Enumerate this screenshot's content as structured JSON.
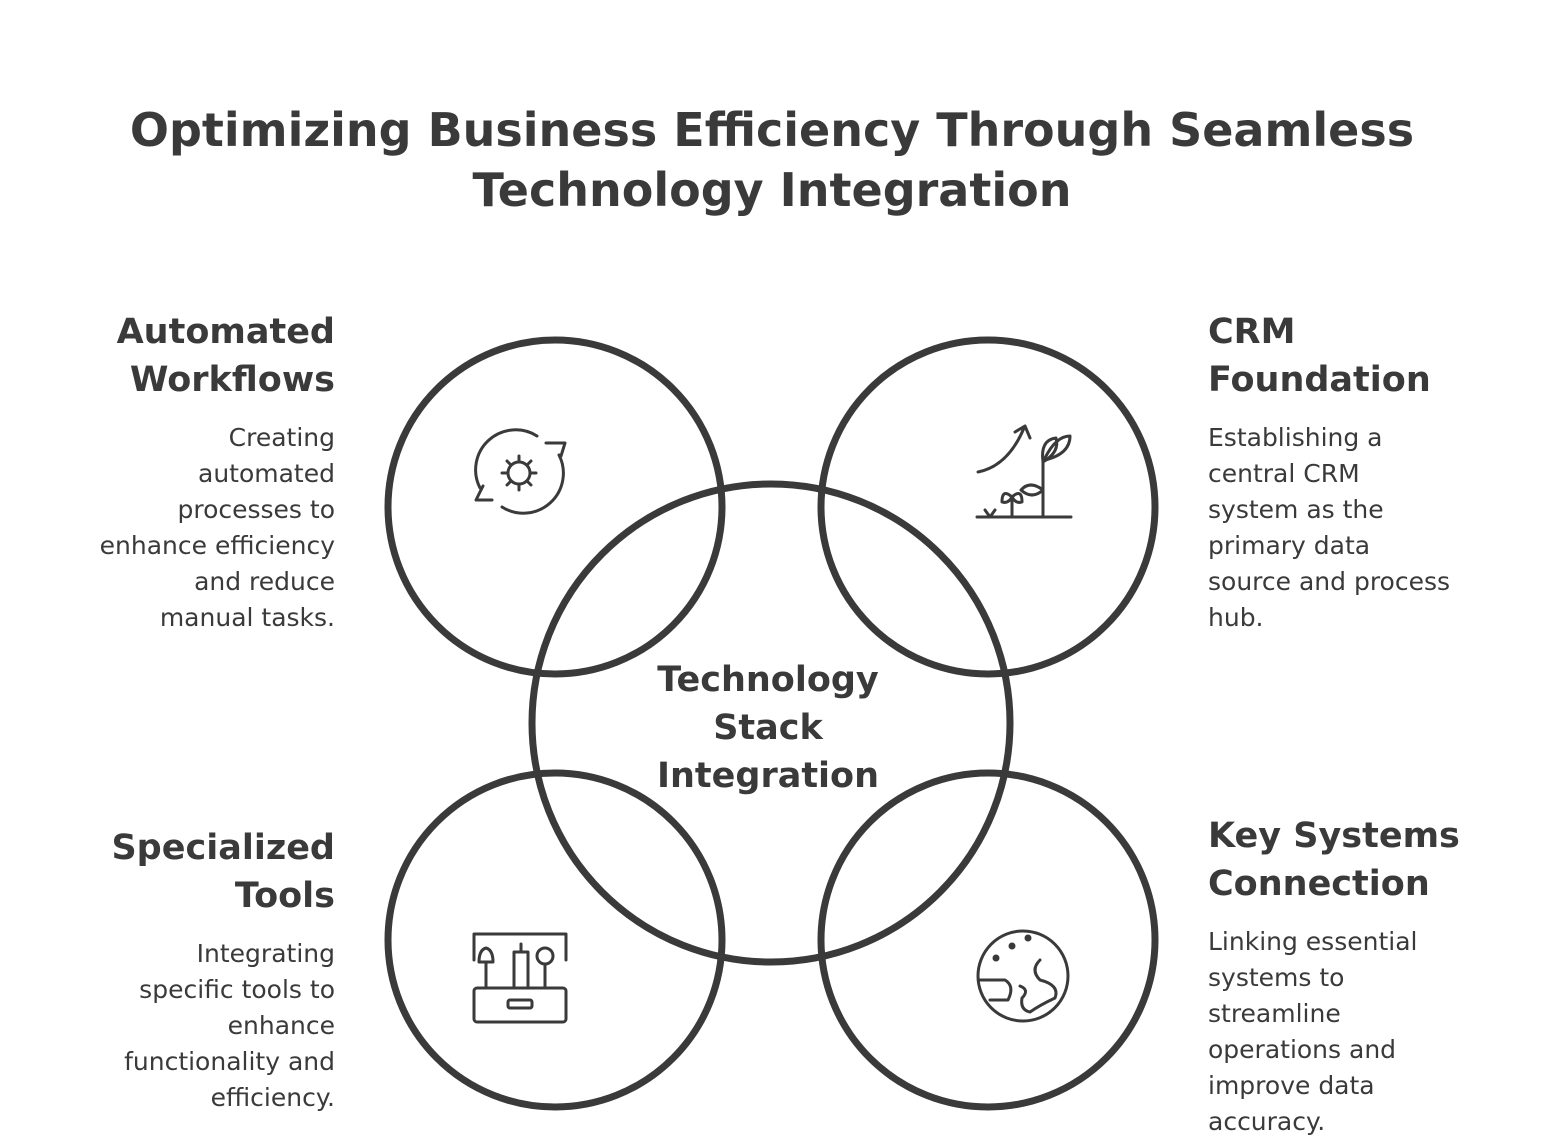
{
  "title": {
    "line1": "Optimizing Business Efficiency Through Seamless",
    "line2": "Technology Integration"
  },
  "center": {
    "line1": "Technology",
    "line2": "Stack",
    "line3": "Integration"
  },
  "items": [
    {
      "heading": [
        "Automated",
        "Workflows"
      ],
      "description": [
        "Creating",
        "automated",
        "processes to",
        "enhance efficiency",
        "and reduce",
        "manual tasks."
      ],
      "icon": "gear-refresh-icon"
    },
    {
      "heading": [
        "CRM",
        "Foundation"
      ],
      "description": [
        "Establishing a",
        "central CRM",
        "system as the",
        "primary data",
        "source and process",
        "hub."
      ],
      "icon": "growth-plant-icon"
    },
    {
      "heading": [
        "Specialized",
        "Tools"
      ],
      "description": [
        "Integrating",
        "specific tools to",
        "enhance",
        "functionality and",
        "efficiency."
      ],
      "icon": "toolbox-icon"
    },
    {
      "heading": [
        "Key Systems",
        "Connection"
      ],
      "description": [
        "Linking essential",
        "systems to",
        "streamline",
        "operations and",
        "improve data",
        "accuracy."
      ],
      "icon": "globe-icon"
    }
  ],
  "colors": {
    "stroke": "#3a3a3a",
    "background": "#ffffff"
  }
}
